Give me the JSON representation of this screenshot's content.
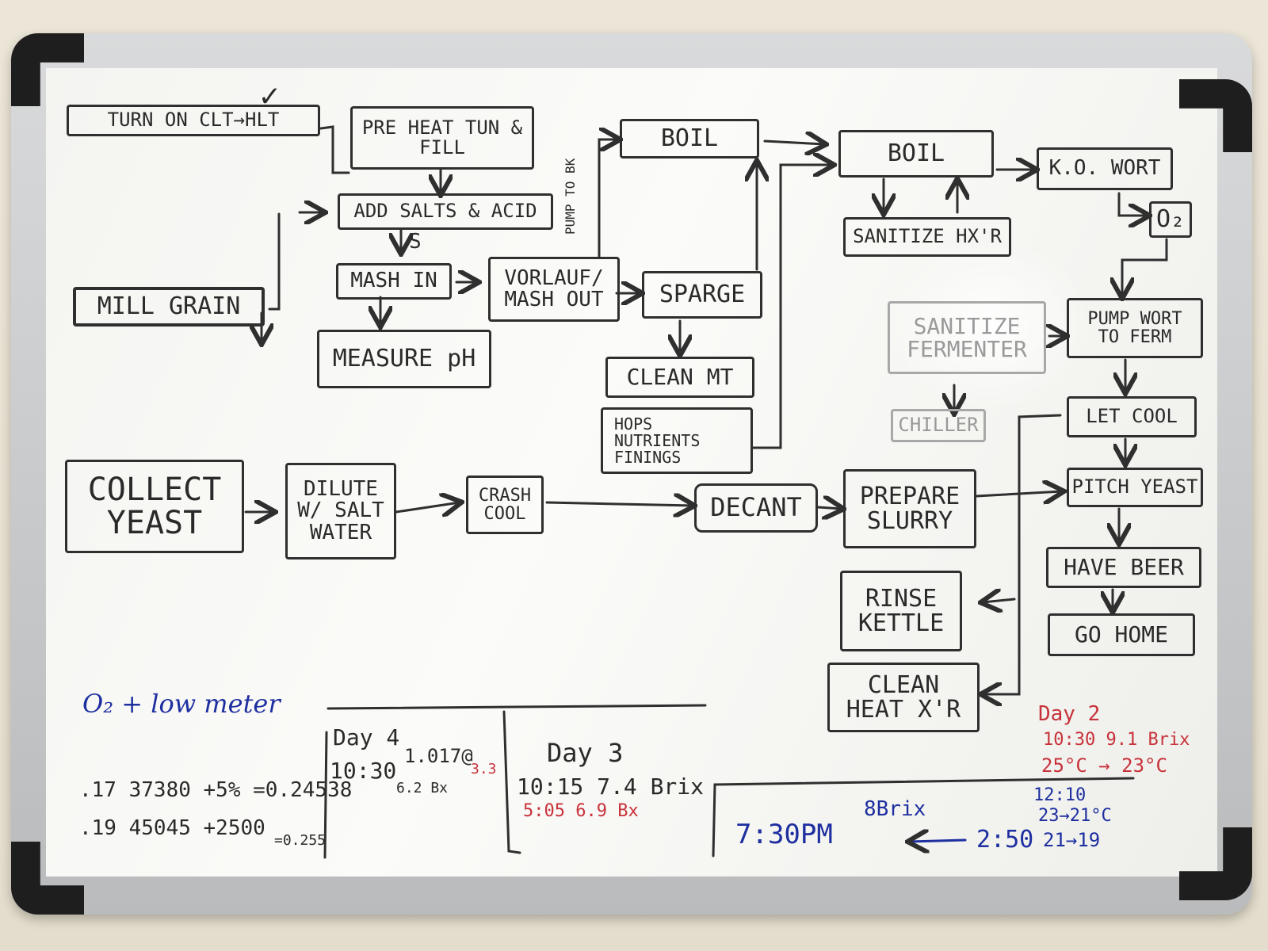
{
  "boxes": {
    "turn_on": "TURN  ON  CLT→HLT",
    "preheat": "PRE HEAT TUN &\nFILL",
    "add_salts": "ADD SALTS & ACID",
    "mill_grain": "MILL  GRAIN",
    "mash_in": "MASH  IN",
    "measure_ph": "MEASURE pH",
    "vorlauf": "VORLAUF/\nMASH OUT",
    "boil1": "BOIL",
    "sparge": "SPARGE",
    "clean_mt": "CLEAN MT",
    "hops": "HOPS\nNUTRIENTS\nFININGS",
    "boil2": "BOIL",
    "sanitize_hxr": "SANITIZE  HX'R",
    "sanitize_fermenter": "SANITIZE\nFERMENTER",
    "chiller": "CHILLER",
    "ko_wort": "K.O.  WORT",
    "o2": "O₂",
    "pump_wort": "PUMP WORT\nTO FERM",
    "let_cool": "LET  COOL",
    "pitch_yeast": "PITCH  YEAST",
    "have_beer": "HAVE  BEER",
    "go_home": "GO  HOME",
    "collect_yeast": "COLLECT\nYEAST",
    "dilute": "DILUTE\nW/ SALT\nWATER",
    "crash_cool": "CRASH\nCOOL",
    "decant": "DECANT",
    "prepare_slurry": "PREPARE\nSLURRY",
    "rinse_kettle": "RINSE\nKETTLE",
    "clean_hxr": "CLEAN\nHEAT X'R"
  },
  "labels": {
    "pump_to_bk": "PUMP TO BK",
    "s_mark": "S",
    "check": "✓"
  },
  "notes": {
    "o2_meter": "O₂ + low meter",
    "row1": ".17   37380   +5%  =0.24538",
    "row2": ".19   45045   +2500",
    "row2b": "=0.255",
    "day4": "Day 4",
    "day4_time": "10:30",
    "day4_sg": "1.017@",
    "day4_red": "3.3",
    "day4_bx": "6.2 Bx",
    "day3": "Day  3",
    "day3_line1": "10:15  7.4  Brix",
    "day3_line2": "5:05   6.9  Bx",
    "evening": "7:30PM",
    "evening_brix": "8Brix",
    "evening_time2": "2:50",
    "evening_temp": "21→19",
    "day2": "Day 2",
    "day2_line1": "10:30   9.1 Brix",
    "day2_line2": "25°C → 23°C",
    "day2_time": "12:10",
    "day2_temp": "23→21°C"
  },
  "colors": {
    "ink_black": "#2a2a2a",
    "ink_red": "#c8323a",
    "ink_blue": "#1e2fa0",
    "marker_blue": "#1f34a0"
  }
}
